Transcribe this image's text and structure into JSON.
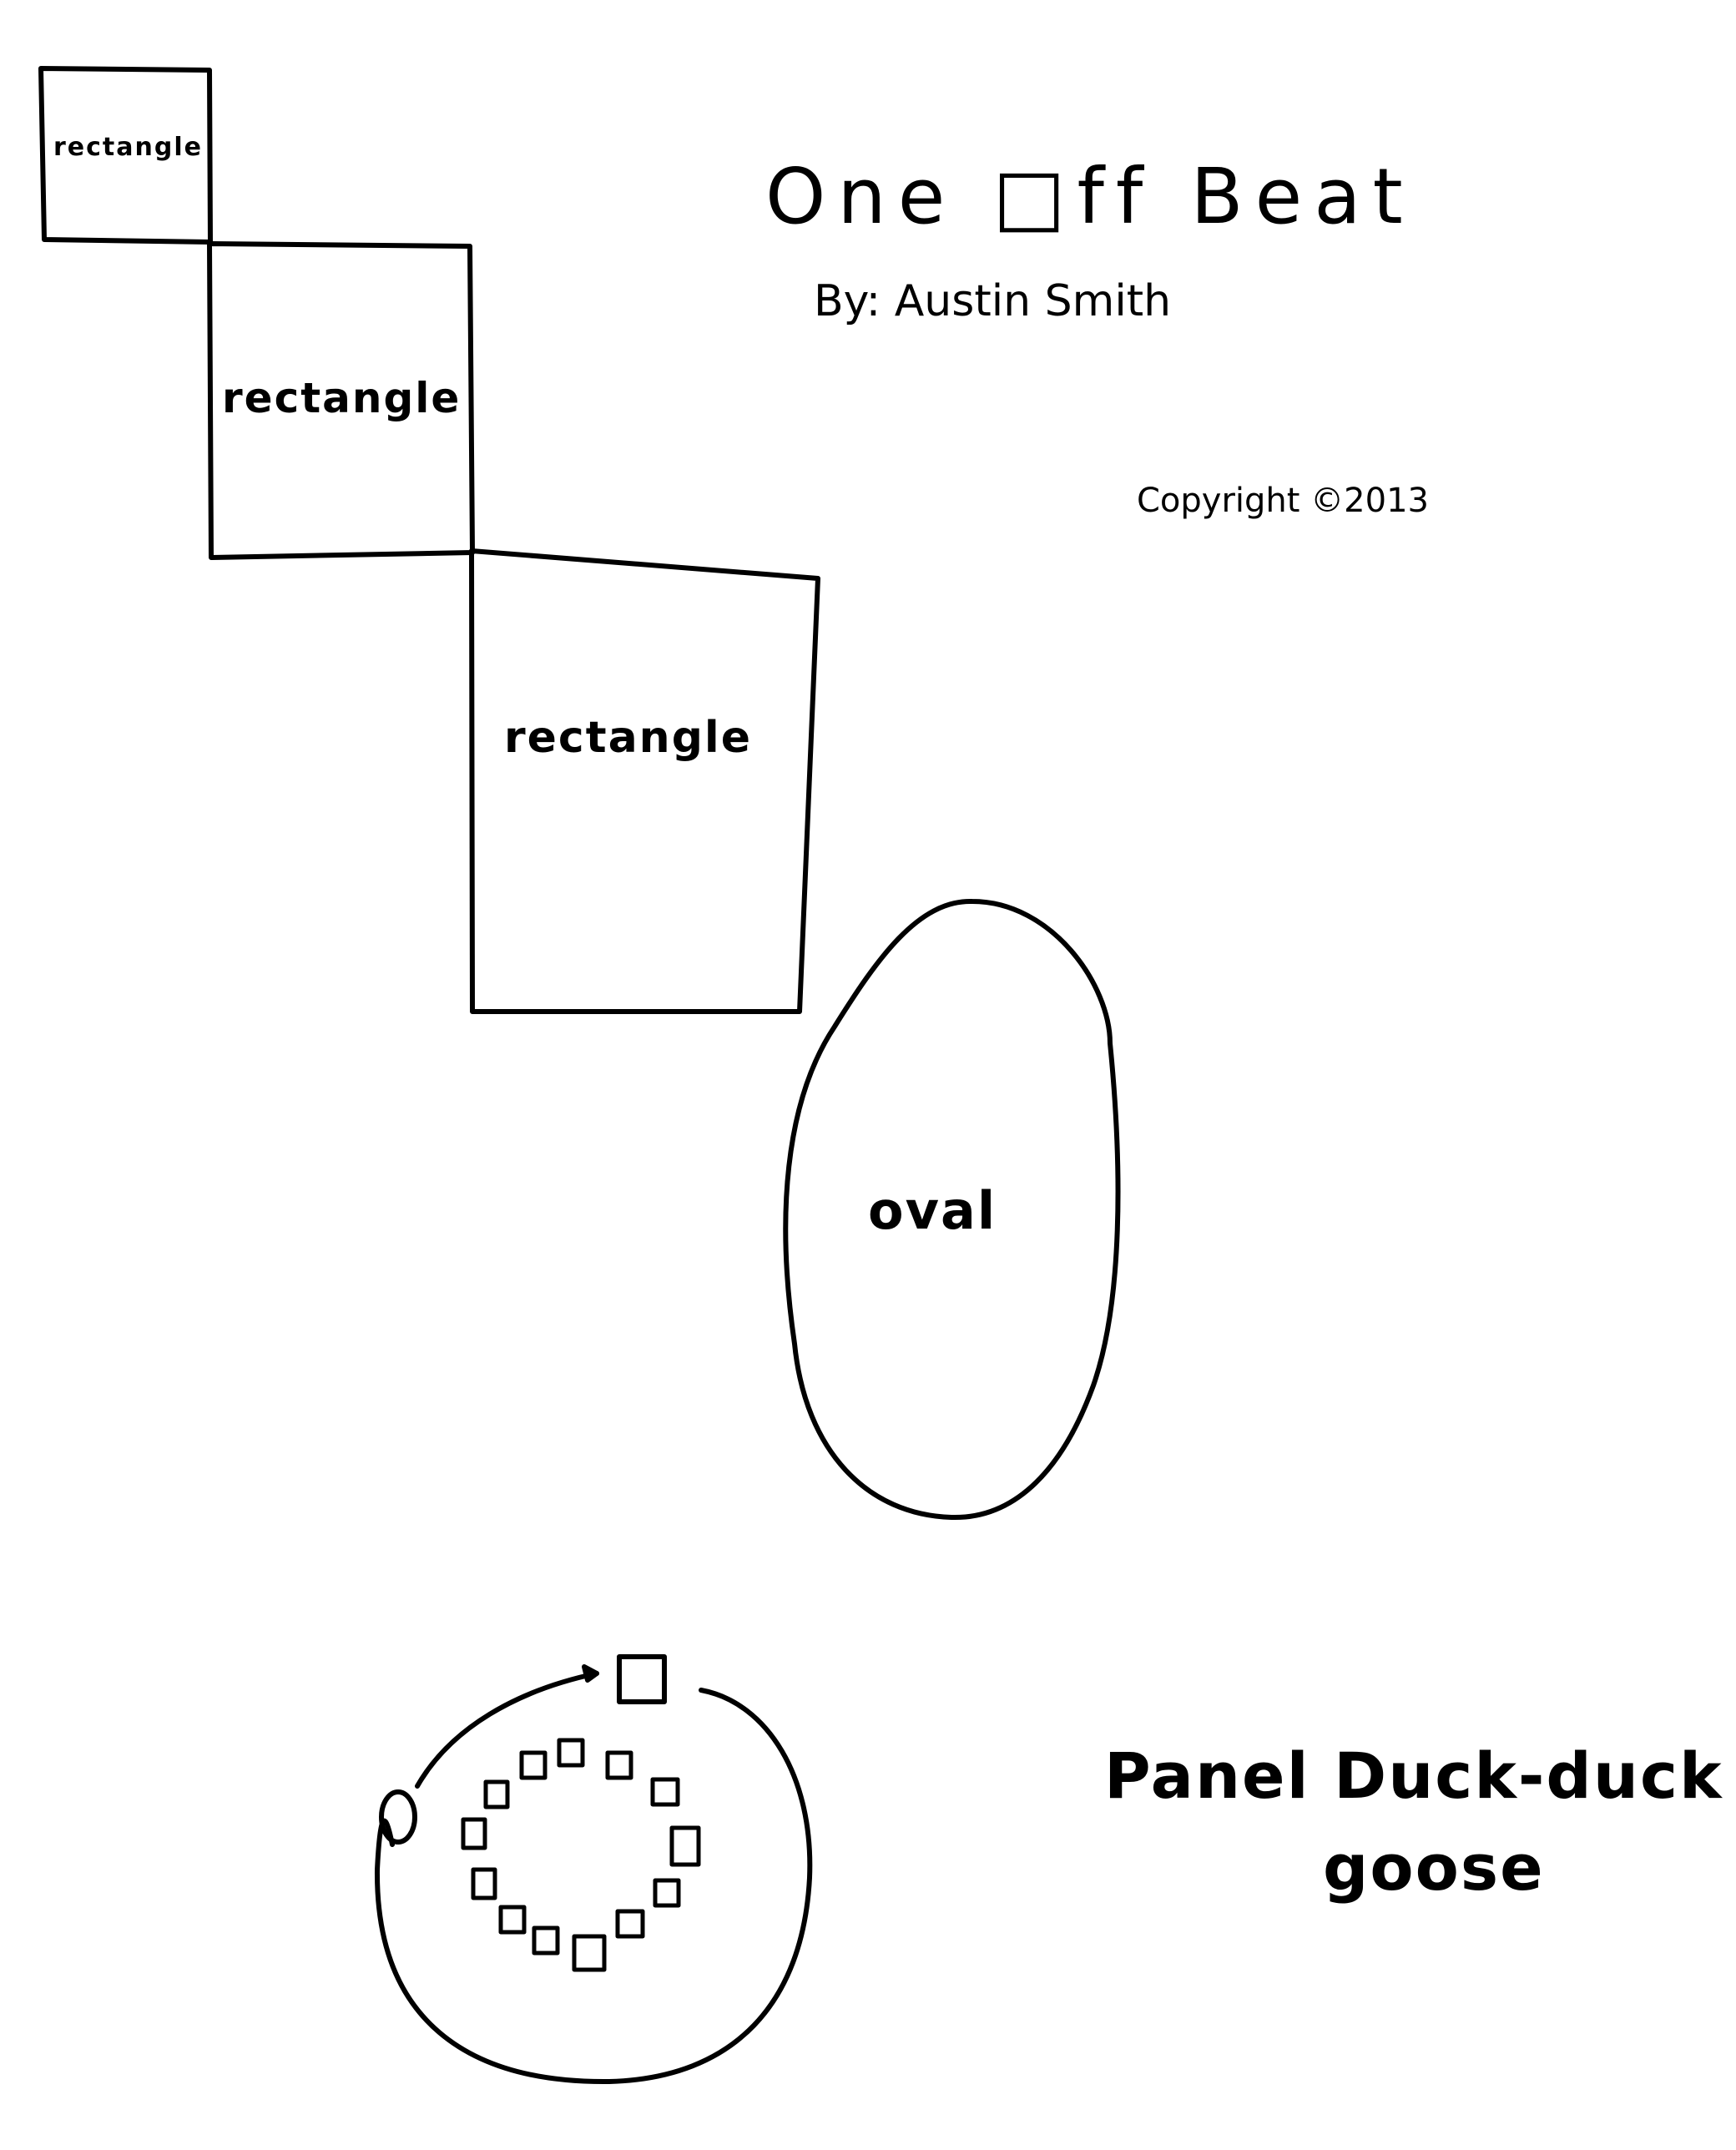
{
  "title": "One □ff Beat",
  "byline": "By: Austin Smith",
  "copyright": "Copyright ©2013",
  "shapes": {
    "rectangle_1": "rectangle",
    "rectangle_2": "rectangle",
    "rectangle_3": "rectangle",
    "oval": "oval"
  },
  "panel_caption": {
    "line1": "Panel Duck-duck",
    "line2": "goose"
  }
}
